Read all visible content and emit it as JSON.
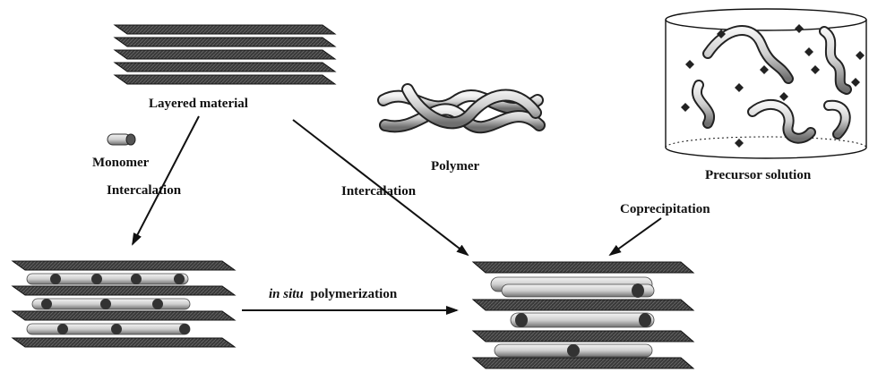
{
  "labels": {
    "layered_material": "Layered material",
    "monomer": "Monomer",
    "polymer": "Polymer",
    "precursor_solution": "Precursor solution",
    "intercalation_left": "Intercalation",
    "intercalation_middle": "Intercalation",
    "coprecipitation": "Coprecipitation",
    "in_situ": "in situ",
    "polymerization": "polymerization"
  },
  "colors": {
    "ink": "#111111",
    "sheet_dark": "#2b2b2b",
    "sheet_mid": "#4a4a4a",
    "tube_light": "#e8e8e8",
    "tube_shadow": "#8a8a8a",
    "background": "#ffffff"
  }
}
